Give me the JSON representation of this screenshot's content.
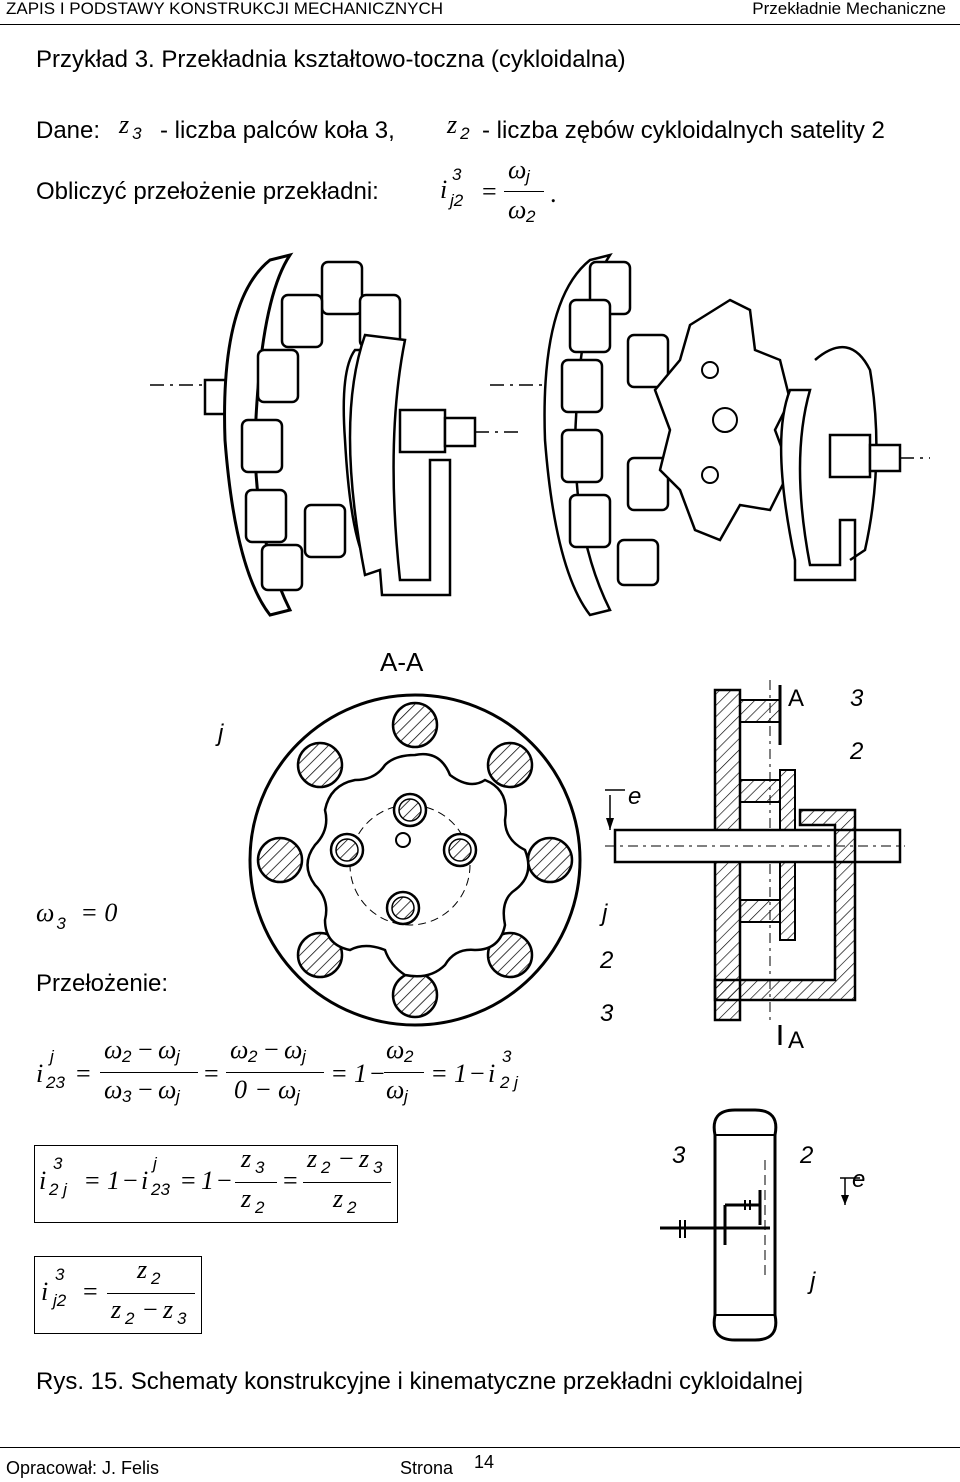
{
  "header": {
    "left": "ZAPIS I PODSTAWY KONSTRUKCJI MECHANICZNYCH",
    "right": "Przekładnie Mechaniczne"
  },
  "title": "Przykład 3.  Przekładnia kształtowo-toczna (cykloidalna)",
  "given": {
    "prefix": "Dane:",
    "z3_desc": "- liczba palców koła 3,",
    "z2_desc": "- liczba zębów cykloidalnych satelity 2"
  },
  "task": {
    "text": "Obliczyć przełożenie przekładni:"
  },
  "math": {
    "omega": "ω",
    "i": "i",
    "z": "z",
    "eq": "=",
    "minus": "−",
    "one": "1",
    "zero": "0",
    "dot": ".",
    "s3": "3",
    "s2": "2",
    "sj": "j",
    "sj2": "j2",
    "s23": "23",
    "s2j": "2 j"
  },
  "omega3_zero": {
    "lhs": "ω",
    "sub": "3",
    "rhs": "= 0"
  },
  "ratio_label": "Przełożenie:",
  "section_label": "A-A",
  "labels": {
    "j": "j",
    "A": "A",
    "three": "3",
    "two": "2",
    "e": "e"
  },
  "caption": "Rys. 15. Schematy  konstrukcyjne i kinematyczne przekładni cykloidalnej",
  "footer": {
    "author": "Opracował: J. Felis",
    "page_label": "Strona",
    "page_number": "14"
  }
}
